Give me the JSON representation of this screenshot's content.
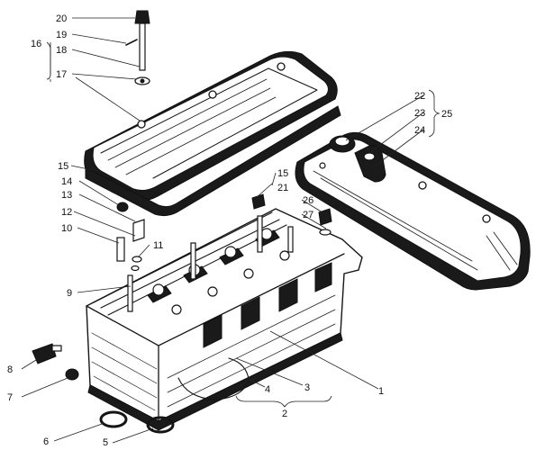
{
  "diagram": {
    "callouts": {
      "c1": "1",
      "c2": "2",
      "c3": "3",
      "c4": "4",
      "c5": "5",
      "c6": "6",
      "c7": "7",
      "c8": "8",
      "c9": "9",
      "c10": "10",
      "c11": "11",
      "c12": "12",
      "c13": "13",
      "c14": "14",
      "c15a": "15",
      "c15b": "15",
      "c16": "16",
      "c17": "17",
      "c18": "18",
      "c19": "19",
      "c20": "20",
      "c21": "21",
      "c22": "22",
      "c23": "23",
      "c24": "24",
      "c25": "25",
      "c26": "26",
      "c27": "27"
    },
    "ink_color": "#151515",
    "paper_color": "#ffffff"
  }
}
